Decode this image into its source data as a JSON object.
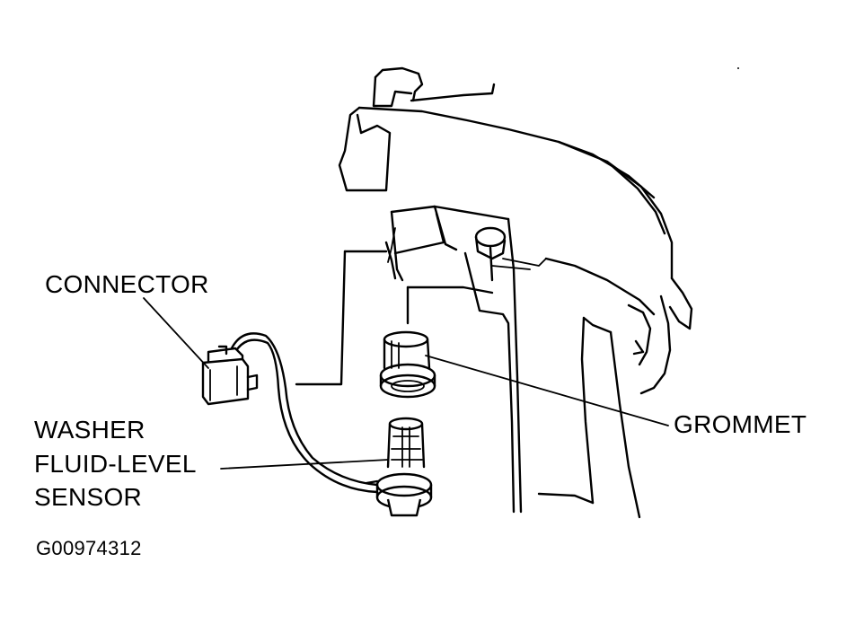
{
  "labels": {
    "connector": "CONNECTOR",
    "grommet": "GROMMET",
    "sensor_line1": "WASHER",
    "sensor_line2": "FLUID-LEVEL",
    "sensor_line3": "SENSOR",
    "figure_code": "G00974312"
  },
  "colors": {
    "ink": "#000000",
    "background": "#ffffff"
  }
}
